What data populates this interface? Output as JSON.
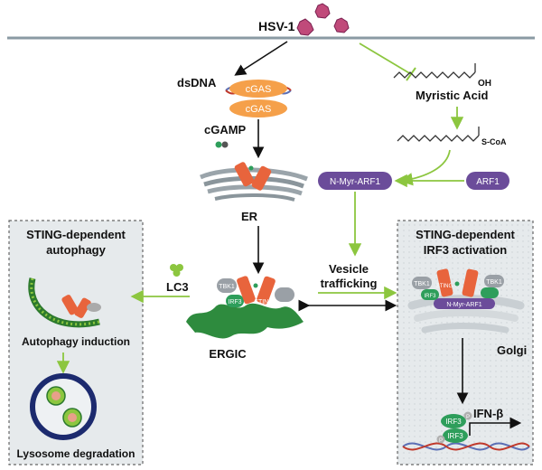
{
  "virus": {
    "label": "HSV-1"
  },
  "left_path": {
    "dsdna": "dsDNA",
    "cgas_top": "cGAS",
    "cgas_bottom": "cGAS",
    "cgamp": "cGAMP",
    "er": "ER"
  },
  "right_path": {
    "myristic_acid": "Myristic Acid",
    "oh": "OH",
    "scoa": "S-CoA",
    "n_myr_arf1": "N-Myr-ARF1",
    "arf1": "ARF1",
    "vesicle_line1": "Vesicle",
    "vesicle_line2": "trafficking"
  },
  "ergic": {
    "label": "ERGIC",
    "lc3": "LC3",
    "tbk1": "TBK1",
    "irf3": "IRF3",
    "sting": "STING"
  },
  "autophagy_panel": {
    "title_line1": "STING-dependent",
    "title_line2": "autophagy",
    "induction": "Autophagy induction",
    "degradation": "Lysosome degradation"
  },
  "irf3_panel": {
    "title_line1": "STING-dependent",
    "title_line2": "IRF3 activation",
    "golgi": "Golgi",
    "n_myr_arf1": "N-Myr-ARF1",
    "ifn": "IFN-β",
    "p": "P",
    "tbk1": "TBK1",
    "irf3": "IRF3",
    "sting": "STING"
  },
  "colors": {
    "green_arrow": "#8cc63f",
    "sting_orange": "#e8643c",
    "cgas_orange": "#f5a04a",
    "arf_purple": "#6b4c9a",
    "irf3_green": "#2e9e5b",
    "membrane": "#8a9aa3",
    "panel_bg": "#e6eaec"
  }
}
